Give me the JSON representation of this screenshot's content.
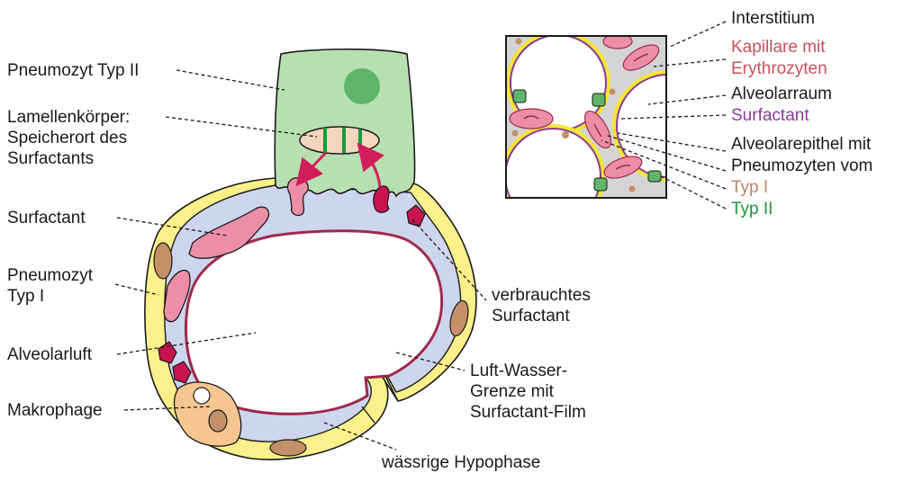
{
  "labels": {
    "pneumozyt_typ2": "Pneumozyt Typ II",
    "lamellen_1": "Lamellenkörper:",
    "lamellen_2": "Speicherort des",
    "lamellen_3": "Surfactants",
    "surfactant_left": "Surfactant",
    "pneumozyt_typ1_1": "Pneumozyt",
    "pneumozyt_typ1_2": "Typ I",
    "alveolarluft": "Alveolarluft",
    "makrophage": "Makrophage",
    "verbraucht_1": "verbrauchtes",
    "verbraucht_2": "Surfactant",
    "grenze_1": "Luft-Wasser-",
    "grenze_2": "Grenze mit",
    "grenze_3": "Surfactant-Film",
    "hypophase": "wässrige Hypophase"
  },
  "inset_labels": {
    "interstitium": "Interstitium",
    "kapillare_1": "Kapillare mit",
    "kapillare_2": "Erythrozyten",
    "alveolarraum": "Alveolarraum",
    "surfactant": "Surfactant",
    "epithel_1": "Alveolarepithel mit",
    "epithel_2": "Pneumozyten vom",
    "typ1": "Typ I",
    "typ2": "Typ II"
  },
  "colors": {
    "cell_type2": "#b7dfb0",
    "nucleus_type2": "#5fb56a",
    "epithelium_type1": "#fbf08a",
    "hypophase": "#cdd6ef",
    "surfactant": "#ec8fa6",
    "used_surfactant": "#c8134f",
    "interface_film": "#a0294a",
    "macrophage": "#f6c690",
    "nucleus_brown": "#c4906a",
    "inset_interstitium": "#d4d4d4",
    "inset_epithel_line": "#f5e632",
    "inset_surfactant_line": "#8a3a9a",
    "label_kapillare": "#c9515a",
    "label_surfactant": "#8a3a9a",
    "label_typ1": "#b8856a",
    "label_typ2": "#1a9a3a",
    "arrow": "#d11e5a"
  }
}
